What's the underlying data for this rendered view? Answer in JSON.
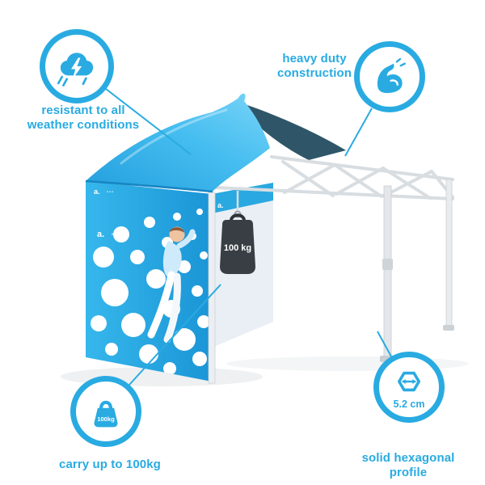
{
  "colors": {
    "accent": "#29abe2",
    "canopy_light": "#6fd0f6",
    "canopy_dark": "#1a95d6",
    "frame_gray": "#d8dde1",
    "weight_body": "#383e44"
  },
  "callouts": {
    "weather": {
      "label": "resistant to all\nweather conditions",
      "icon": "storm-cloud-icon"
    },
    "construction": {
      "label": "heavy duty\nconstruction",
      "icon": "muscle-arm-icon"
    },
    "capacity": {
      "label": "carry up to 100kg",
      "icon_text": "100kg",
      "icon": "weight-icon"
    },
    "profile": {
      "label": "solid hexagonal\nprofile",
      "measurement": "5.2 cm",
      "icon": "hexagon-profile-icon"
    }
  },
  "tent": {
    "logo": "a.",
    "logo_dots": "• • •",
    "weight_label": "100 kg"
  }
}
